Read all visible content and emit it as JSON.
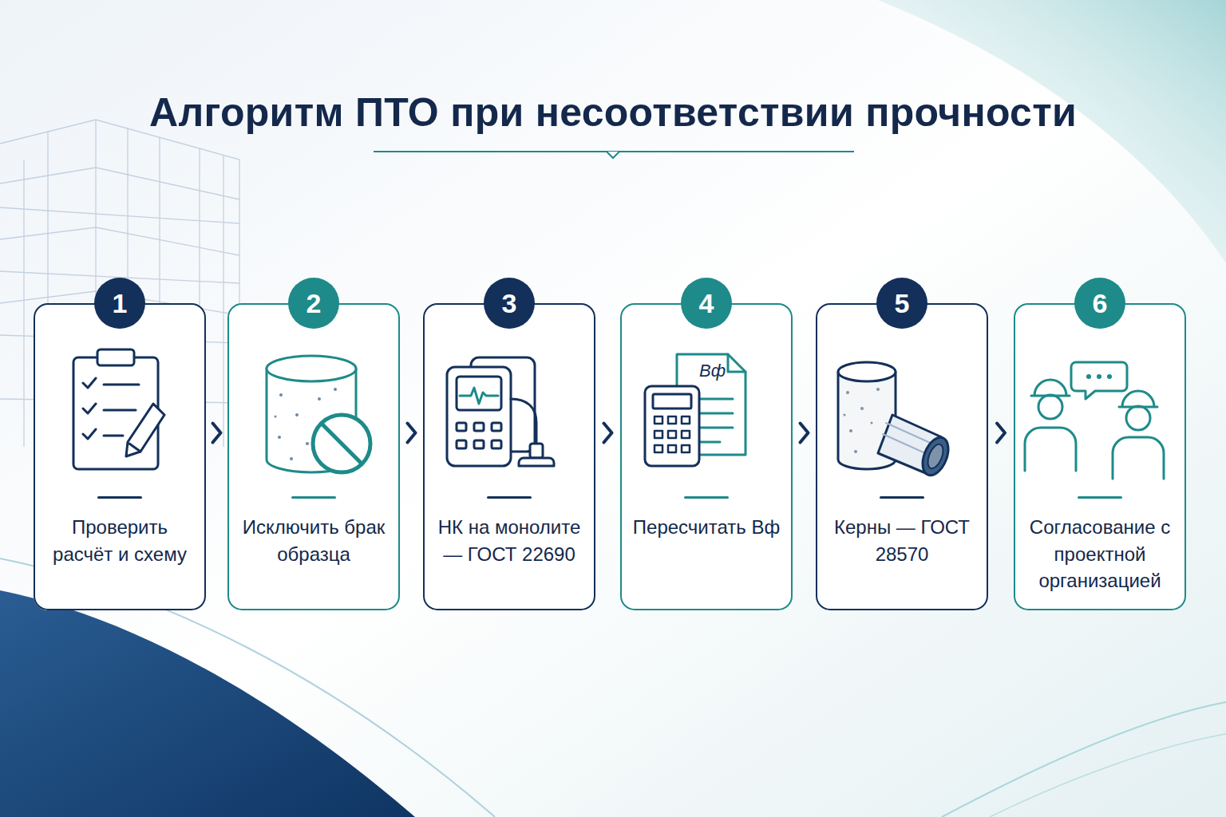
{
  "diagram": {
    "title": "Алгоритм ПТО при несоответствии прочности",
    "nodes": [
      {
        "text": [
          "Проверить расчёт и схему"
        ]
      },
      {
        "text": [
          "1"
        ],
        "in": 0
      },
      {
        "text": [
          "Исключить брак образца"
        ]
      },
      {
        "text": [
          "2"
        ],
        "in": 2
      },
      {
        "text": [
          "НК на монолите — ГОСТ 22690"
        ]
      },
      {
        "text": [
          "3"
        ],
        "in": 4
      },
      {
        "text": [
          "Пересчитать Bф"
        ]
      },
      {
        "text": [
          "4"
        ],
        "in": 6
      },
      {
        "text": [
          "Керны — ГОСТ 28570"
        ]
      },
      {
        "text": [
          "5"
        ],
        "in": 8
      },
      {
        "text": [
          "Согласование с проектной организацией"
        ]
      },
      {
        "text": [
          "6"
        ],
        "in": 10
      }
    ],
    "edges": [
      {
        "from": 0,
        "to": 2,
        "arrow": "to"
      },
      {
        "from": 2,
        "to": 4,
        "arrow": "to"
      },
      {
        "from": 4,
        "to": 6,
        "arrow": "to"
      },
      {
        "from": 6,
        "to": 8,
        "arrow": "to"
      },
      {
        "from": 8,
        "to": 10,
        "arrow": "to"
      }
    ],
    "labels": [
      "Bф"
    ]
  }
}
